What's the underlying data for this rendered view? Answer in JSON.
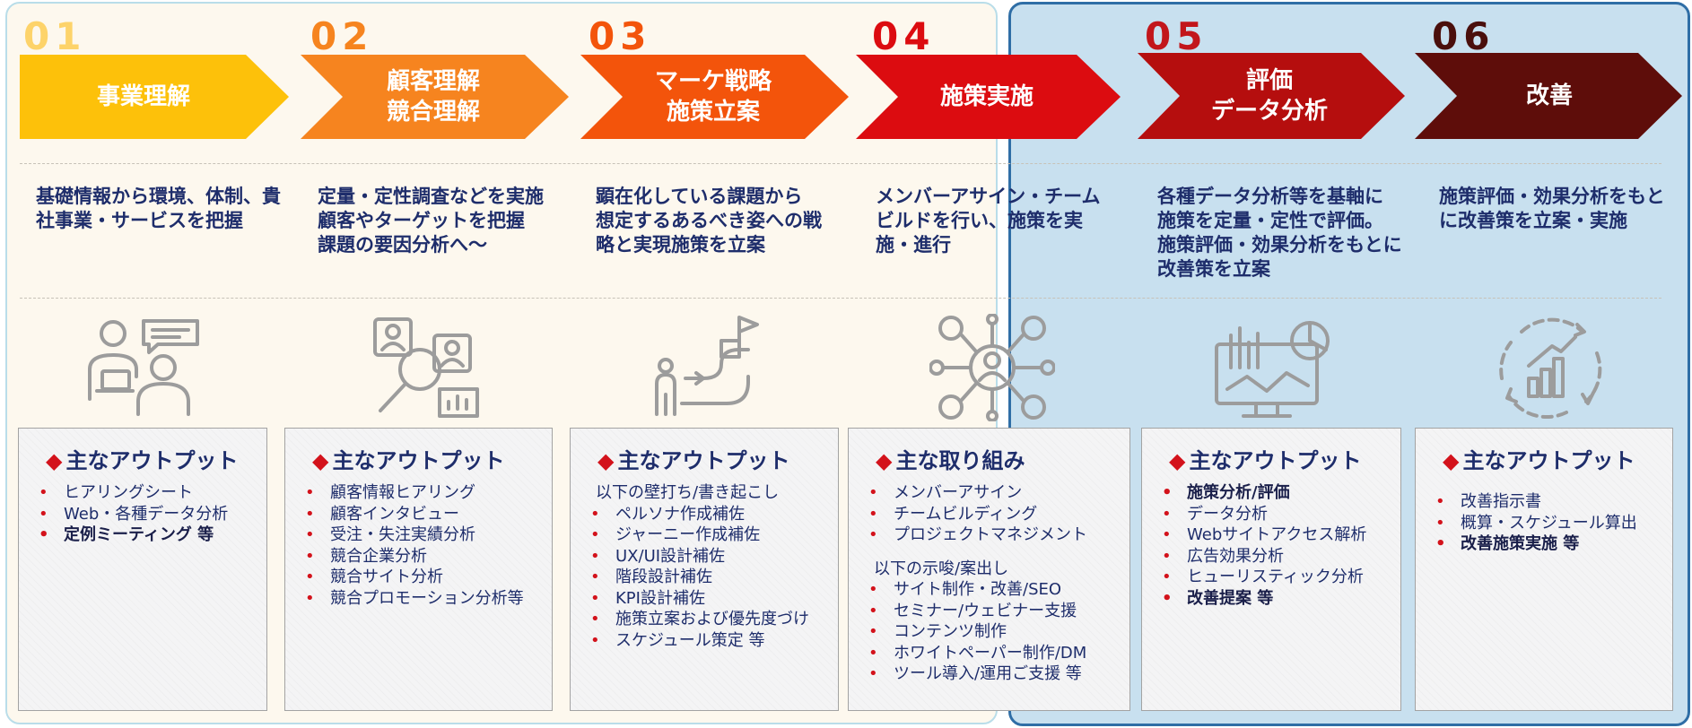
{
  "colors": {
    "step1": "#fdc10a",
    "step2": "#f6841f",
    "step3": "#f3540b",
    "step4": "#dc0c10",
    "step5": "#b50e0e",
    "step6": "#5e0d0a",
    "text": "#1e2d6b",
    "bullet": "#d3121b"
  },
  "steps": [
    {
      "num": "01",
      "title": [
        "事業理解"
      ],
      "desc": [
        "基礎情報から環境、体制、貴",
        "社事業・サービスを把握"
      ],
      "icon": "consultation-icon",
      "box_title": "主なアウトプット",
      "items": [
        {
          "text": "ヒアリングシート",
          "style": "bullet"
        },
        {
          "text": "Web・各種データ分析",
          "style": "bullet"
        },
        {
          "text": "定例ミーティング 等",
          "style": "bullet",
          "bold": true
        }
      ]
    },
    {
      "num": "02",
      "title": [
        "顧客理解",
        "競合理解"
      ],
      "desc": [
        "定量・定性調査などを実施",
        "顧客やターゲットを把握",
        "課題の要因分析へ～"
      ],
      "icon": "customer-research-icon",
      "box_title": "主なアウトプット",
      "items": [
        {
          "text": "顧客情報ヒアリング",
          "style": "bullet"
        },
        {
          "text": "顧客インタビュー",
          "style": "bullet"
        },
        {
          "text": "受注・失注実績分析",
          "style": "bullet"
        },
        {
          "text": "競合企業分析",
          "style": "bullet"
        },
        {
          "text": "競合サイト分析",
          "style": "bullet"
        },
        {
          "text": "競合プロモーション分析等",
          "style": "bullet"
        }
      ]
    },
    {
      "num": "03",
      "title": [
        "マーケ戦略",
        "施策立案"
      ],
      "desc": [
        "顕在化している課題から",
        "想定するあるべき姿への戦",
        "略と実現施策を立案"
      ],
      "icon": "strategy-path-icon",
      "box_title": "主なアウトプット",
      "items": [
        {
          "text": "以下の壁打ち/書き起こし",
          "style": "plain"
        },
        {
          "text": "ペルソナ作成補佐",
          "style": "bullet"
        },
        {
          "text": "ジャーニー作成補佐",
          "style": "bullet"
        },
        {
          "text": "UX/UI設計補佐",
          "style": "bullet"
        },
        {
          "text": "階段設計補佐",
          "style": "bullet"
        },
        {
          "text": "KPI設計補佐",
          "style": "bullet"
        },
        {
          "text": "施策立案および優先度づけ",
          "style": "bullet"
        },
        {
          "text": "スケジュール策定 等",
          "style": "bullet"
        }
      ]
    },
    {
      "num": "04",
      "title": [
        "施策実施"
      ],
      "desc": [
        "メンバーアサイン・チーム",
        "ビルドを行い、施策を実",
        "施・進行"
      ],
      "icon": "team-network-icon",
      "box_title": "主な取り組み",
      "items": [
        {
          "text": "メンバーアサイン",
          "style": "bullet"
        },
        {
          "text": "チームビルディング",
          "style": "bullet"
        },
        {
          "text": "プロジェクトマネジメント",
          "style": "bullet"
        },
        {
          "text": "以下の示唆/案出し",
          "style": "plain",
          "gap": true
        },
        {
          "text": "サイト制作・改善/SEO",
          "style": "bullet"
        },
        {
          "text": "セミナー/ウェビナー支援",
          "style": "bullet"
        },
        {
          "text": "コンテンツ制作",
          "style": "bullet"
        },
        {
          "text": "ホワイトペーパー制作/DM",
          "style": "bullet"
        },
        {
          "text": "ツール導入/運用ご支援 等",
          "style": "bullet"
        }
      ]
    },
    {
      "num": "05",
      "title": [
        "評価",
        "データ分析"
      ],
      "desc": [
        "各種データ分析等を基軸に",
        "施策を定量・定性で評価。",
        "施策評価・効果分析をもとに",
        "改善策を立案"
      ],
      "icon": "analytics-monitor-icon",
      "box_title": "主なアウトプット",
      "items": [
        {
          "text": "施策分析/評価",
          "style": "bullet",
          "bold": true
        },
        {
          "text": "データ分析",
          "style": "bullet"
        },
        {
          "text": "Webサイトアクセス解析",
          "style": "bullet"
        },
        {
          "text": "広告効果分析",
          "style": "bullet"
        },
        {
          "text": "ヒューリスティック分析",
          "style": "bullet"
        },
        {
          "text": "改善提案 等",
          "style": "bullet",
          "bold": true
        }
      ]
    },
    {
      "num": "06",
      "title": [
        "改善"
      ],
      "desc": [
        "施策評価・効果分析をもと",
        "に改善策を立案・実施"
      ],
      "icon": "improvement-cycle-icon",
      "box_title": "主なアウトプット",
      "items": [
        {
          "text": "改善指示書",
          "style": "bullet"
        },
        {
          "text": "概算・スケジュール算出",
          "style": "bullet"
        },
        {
          "text": "改善施策実施 等",
          "style": "bullet",
          "bold": true
        }
      ]
    }
  ]
}
